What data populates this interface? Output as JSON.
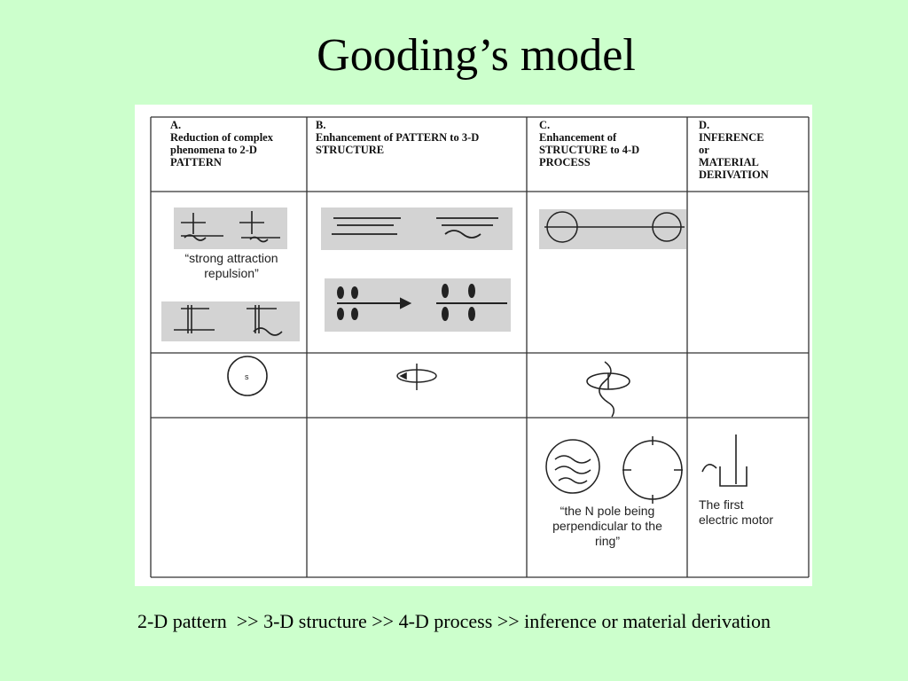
{
  "slide": {
    "title": "Gooding’s model",
    "caption": "2-D pattern  >> 3-D structure >> 4-D process >> inference or material derivation"
  },
  "table": {
    "columns": [
      {
        "letter": "A.",
        "heading": "Reduction of complex\nphenomena to 2-D\nPATTERN"
      },
      {
        "letter": "B.",
        "heading": "Enhancement of PATTERN to 3-D\nSTRUCTURE"
      },
      {
        "letter": "C.",
        "heading": "Enhancement of\nSTRUCTURE to 4-D\nPROCESS"
      },
      {
        "letter": "D.",
        "heading": " INFERENCE\nor\nMATERIAL\nDERIVATION"
      }
    ],
    "quotes": {
      "a_row1": "“strong attraction\nrepulsion”",
      "c_row3": "“the N pole being\nperpendicular to the\nring”",
      "d_row3": "The first\nelectric motor"
    },
    "sketch_labels": {
      "a_circle": "s"
    }
  }
}
